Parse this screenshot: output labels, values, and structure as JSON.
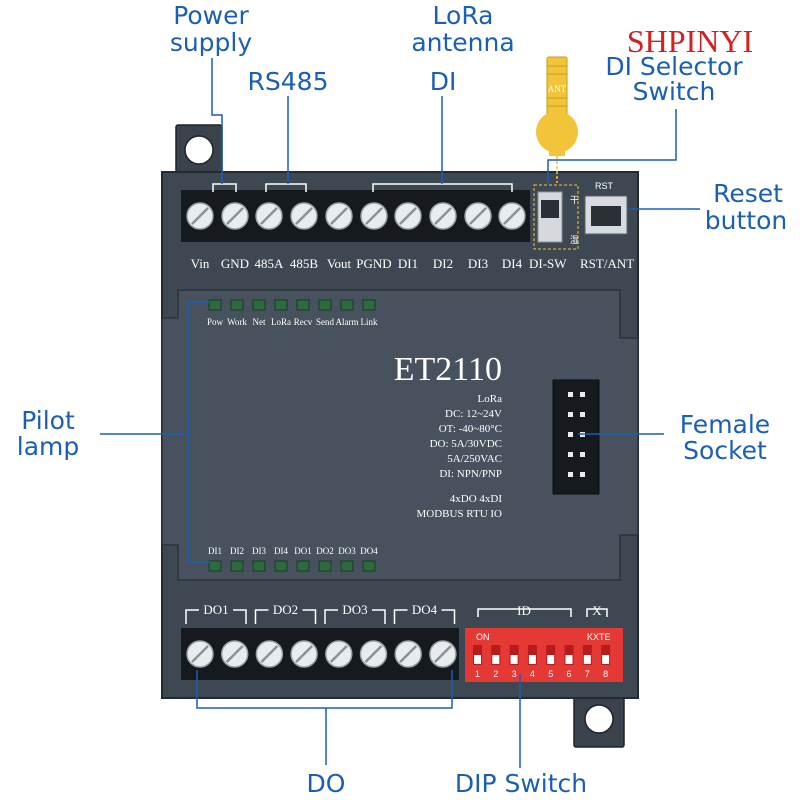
{
  "brand": "SHPINYI",
  "callouts": {
    "power": [
      "Power",
      "supply"
    ],
    "rs485": "RS485",
    "di": "DI",
    "lora": [
      "LoRa",
      "antenna"
    ],
    "di_selector": [
      "DI Selector",
      "Switch"
    ],
    "reset": [
      "Reset",
      "button"
    ],
    "pilot": [
      "Pilot",
      "lamp"
    ],
    "female": [
      "Female",
      "Socket"
    ],
    "do": "DO",
    "dip": "DIP Switch"
  },
  "top_terminals": [
    "Vin",
    "GND",
    "485A",
    "485B",
    "Vout",
    "PGND",
    "DI1",
    "DI2",
    "DI3",
    "DI4"
  ],
  "top_extra_labels": {
    "di_sw": "DI-SW",
    "rst_ant": "RST/ANT",
    "rst_small": "RST",
    "ant_small": "ANT"
  },
  "top_leds": [
    "Pow",
    "Work",
    "Net",
    "LoRa",
    "Recv",
    "Send",
    "Alarm",
    "Link"
  ],
  "bottom_leds": [
    "DI1",
    "DI2",
    "DI3",
    "DI4",
    "DO1",
    "DO2",
    "DO3",
    "DO4"
  ],
  "model": "ET2110",
  "specs": [
    "LoRa",
    "DC: 12~24V",
    "OT: -40~80°C",
    "DO: 5A/30VDC",
    "5A/250VAC",
    "DI: NPN/PNP"
  ],
  "specs2": [
    "4xDO  4xDI",
    "MODBUS  RTU  IO"
  ],
  "do_groups": [
    "DO1",
    "DO2",
    "DO3",
    "DO4"
  ],
  "dip": {
    "id_label": "ID",
    "x_label": "X",
    "on_label": "ON",
    "kxte_label": "KXTE",
    "numbers": [
      "1",
      "2",
      "3",
      "4",
      "5",
      "6",
      "7",
      "8"
    ]
  },
  "colors": {
    "housing": "#3e4853",
    "terminal_block": "#161a1e",
    "callout_blue": "#1a5fb4",
    "dip_red": "#e53935",
    "brand_red": "#d42020",
    "antenna": "#f2c43a"
  }
}
